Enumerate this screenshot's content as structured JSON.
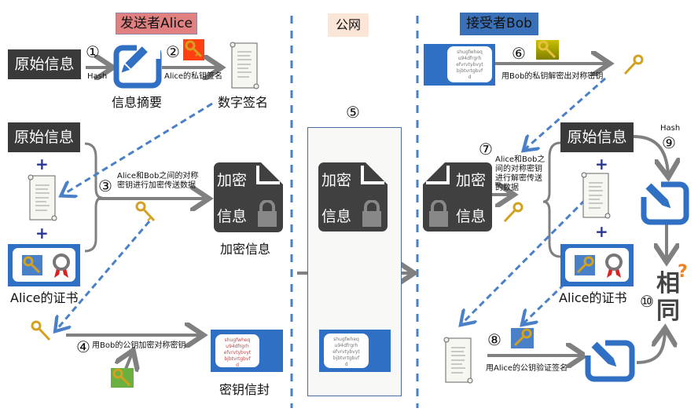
{
  "headers": {
    "sender": "发送者Alice",
    "network": "公网",
    "receiver": "接受者Bob"
  },
  "sender": {
    "original_info": "原始信息",
    "step1": {
      "num": "①",
      "label": "Hash"
    },
    "digest_label": "信息摘要",
    "step2": {
      "num": "②",
      "label": "Alice的私钥签名"
    },
    "signature_label": "数字签名",
    "original_info_2": "原始信息",
    "cert_label": "Alice的证书",
    "step3": {
      "num": "③",
      "label_line1": "Alice和Bob之间的对称",
      "label_line2": "密钥进行加密传送数据"
    },
    "encrypted_doc": {
      "top": "加密",
      "bottom": "信息"
    },
    "encrypted_label": "加密信息",
    "step4": {
      "num": "④",
      "label": "用Bob的公钥加密对称密钥"
    },
    "envelope_label": "密钥信封",
    "envelope_text": [
      "shugfwheq",
      "u94dfrgrh",
      "efvrvtybvyt",
      "bjbtvrtgbvf",
      "d"
    ]
  },
  "network": {
    "step5": {
      "num": "⑤"
    },
    "encrypted_doc": {
      "top": "加密",
      "bottom": "信息"
    },
    "envelope_text": [
      "shugfwheq",
      "u94dfrgrh",
      "efvrvtybvyt",
      "bjbtvrtgbvf",
      "d"
    ]
  },
  "receiver": {
    "envelope_text": [
      "shugfwheq",
      "u94dfrgrh",
      "efvrvtybvyt",
      "bjbtvrtgbvf",
      "d"
    ],
    "step6": {
      "num": "⑥",
      "label": "用Bob的私钥解密出对称密钥"
    },
    "step7": {
      "num": "⑦",
      "label_lines": [
        "Alice和Bob之",
        "间的对称密钥",
        "进行解密传送",
        "的数据"
      ]
    },
    "encrypted_doc": {
      "top": "加密",
      "bottom": "信息"
    },
    "original_info": "原始信息",
    "cert_label": "Alice的证书",
    "step8": {
      "num": "⑧",
      "label": "用Alice的公钥验证签名"
    },
    "step9": {
      "num": "⑨",
      "label": "Hash"
    },
    "step10": {
      "num": "⑩",
      "result_line1": "相",
      "result_line2": "同",
      "question": "?"
    }
  },
  "colors": {
    "sender_header": "#e08080",
    "network_header": "#fbe5d6",
    "receiver_header": "#3a70b8",
    "dark_box": "#3a3a3a",
    "accent_blue": "#2f6fc4",
    "arrow_gray": "#808080",
    "dashed_blue": "#4a80c8",
    "private_key_bg": "#ff4010",
    "public_key_bg": "#6ab040",
    "bob_private_key_bg": "#a8a000"
  }
}
